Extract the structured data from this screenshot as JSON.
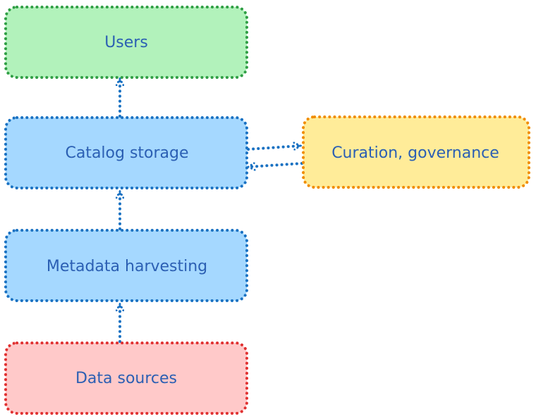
{
  "nodes": {
    "users": {
      "label": "Users",
      "fill": "#b2f2bb",
      "stroke": "#2f9e44"
    },
    "catalog_storage": {
      "label": "Catalog storage",
      "fill": "#a5d8ff",
      "stroke": "#1971c2"
    },
    "curation_governance": {
      "label": "Curation, governance",
      "fill": "#ffec99",
      "stroke": "#f08c00"
    },
    "metadata_harvesting": {
      "label": "Metadata harvesting",
      "fill": "#a5d8ff",
      "stroke": "#1971c2"
    },
    "data_sources": {
      "label": "Data sources",
      "fill": "#ffc9c9",
      "stroke": "#e03131"
    }
  },
  "colors": {
    "edge": "#1971c2",
    "text": "#2b5fb3"
  }
}
